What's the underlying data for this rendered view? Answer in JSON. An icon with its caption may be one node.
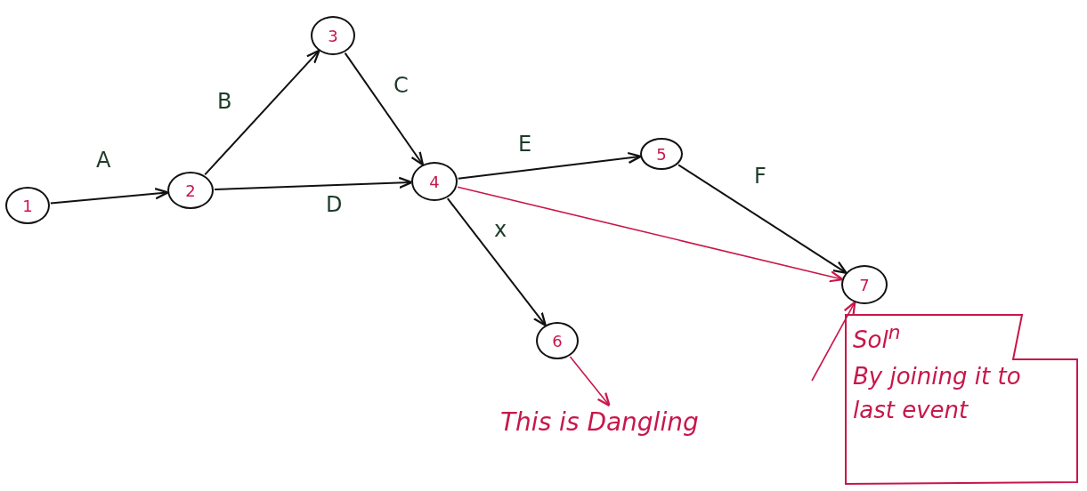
{
  "diagram": {
    "nodes": [
      {
        "text": [
          "1"
        ]
      },
      {
        "text": [
          "2"
        ]
      },
      {
        "text": [
          "3"
        ]
      },
      {
        "text": [
          "4"
        ]
      },
      {
        "text": [
          "5"
        ]
      },
      {
        "text": [
          "6"
        ]
      },
      {
        "text": [
          "7"
        ]
      },
      {
        "text": [
          "This is Dangling"
        ]
      },
      {
        "text": [
          "Sol$^{n}$",
          "By joining it to last event"
        ]
      }
    ],
    "edges": [
      {
        "from": 0,
        "to": 1,
        "arrow": "to",
        "label": "A"
      },
      {
        "from": 1,
        "to": 2,
        "arrow": "to",
        "label": "B"
      },
      {
        "from": 2,
        "to": 3,
        "arrow": "to",
        "label": "C"
      },
      {
        "from": 1,
        "to": 3,
        "arrow": "to",
        "label": "D"
      },
      {
        "from": 3,
        "to": 4,
        "arrow": "to",
        "label": "E"
      },
      {
        "from": 4,
        "to": 6,
        "arrow": "to",
        "label": "F"
      },
      {
        "from": 3,
        "to": 5,
        "arrow": "to",
        "label": "x"
      },
      {
        "from": 3,
        "to": 6,
        "arrow": "to",
        "color": "#c8174a"
      },
      {
        "from": 5,
        "to": 7,
        "arrow": "to",
        "color": "#c8174a"
      },
      {
        "from": null,
        "to": 6,
        "arrow": "to",
        "color": "#c8174a"
      }
    ]
  }
}
